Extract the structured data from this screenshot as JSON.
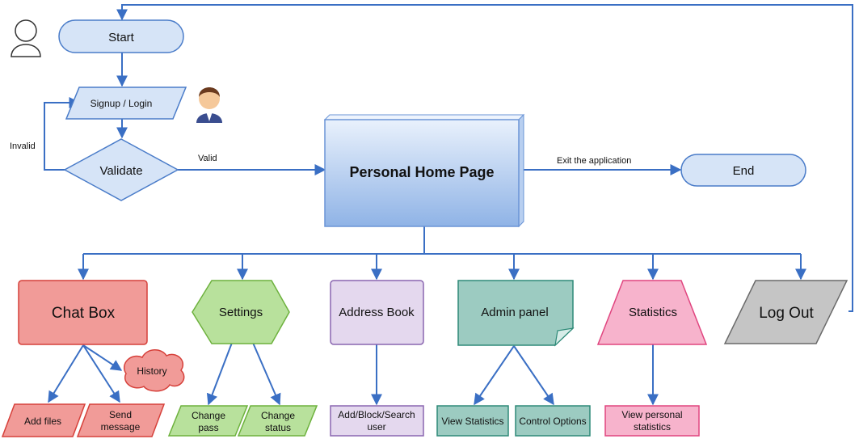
{
  "nodes": {
    "start": "Start",
    "signup": "Signup / Login",
    "validate": "Validate",
    "home": "Personal Home Page",
    "end": "End",
    "chat_box": "Chat Box",
    "settings": "Settings",
    "address_book": "Address Book",
    "admin_panel": "Admin panel",
    "statistics": "Statistics",
    "log_out": "Log Out",
    "history": "History",
    "add_files": "Add files",
    "send_message_1": "Send",
    "send_message_2": "message",
    "change_pass_1": "Change",
    "change_pass_2": "pass",
    "change_status_1": "Change",
    "change_status_2": "status",
    "add_block_search_1": "Add/Block/Search",
    "add_block_search_2": "user",
    "view_statistics": "View Statistics",
    "control_options": "Control Options",
    "view_personal_1": "View personal",
    "view_personal_2": "statistics"
  },
  "edge_labels": {
    "invalid": "Invalid",
    "valid": "Valid",
    "exit": "Exit the application"
  },
  "icons": [
    "user-outline-icon",
    "user-avatar-icon"
  ],
  "colors": {
    "connector": "#3a6fc4",
    "blue_fill": "#d6e4f7",
    "red_fill": "#f19b98",
    "green_fill": "#b8e19c",
    "purple_fill": "#e4d8ee",
    "teal_fill": "#9ccbc1",
    "pink_fill": "#f7b3cc",
    "gray_fill": "#c5c5c5"
  }
}
